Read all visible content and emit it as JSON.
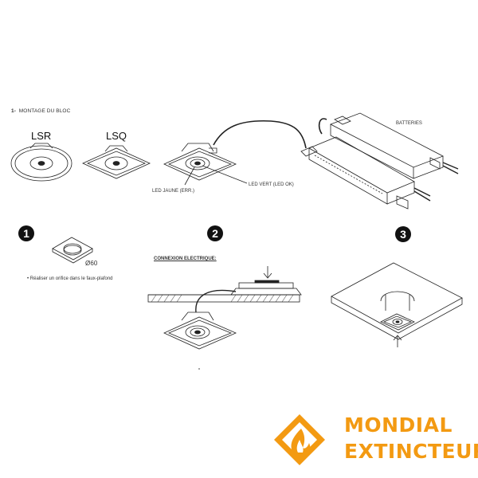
{
  "section": {
    "number": "1-",
    "title": "MONTAGE DU BLOC"
  },
  "models": {
    "round": "LSR",
    "square": "LSQ"
  },
  "labels": {
    "batteries": "BATTERIES",
    "led_yellow": "LED JAUNE (ERR.)",
    "led_green": "LED VERT (LED OK)",
    "diameter": "Ø60",
    "hole_note": "• Réaliser un orifice dans le faux-plafond",
    "connection": "CONNEXION ELECTRIQUE:"
  },
  "steps": [
    "1",
    "2",
    "3"
  ],
  "brand": {
    "line1": "MONDIAL",
    "line2": "EXTINCTEUR",
    "color": "#f39a12"
  }
}
